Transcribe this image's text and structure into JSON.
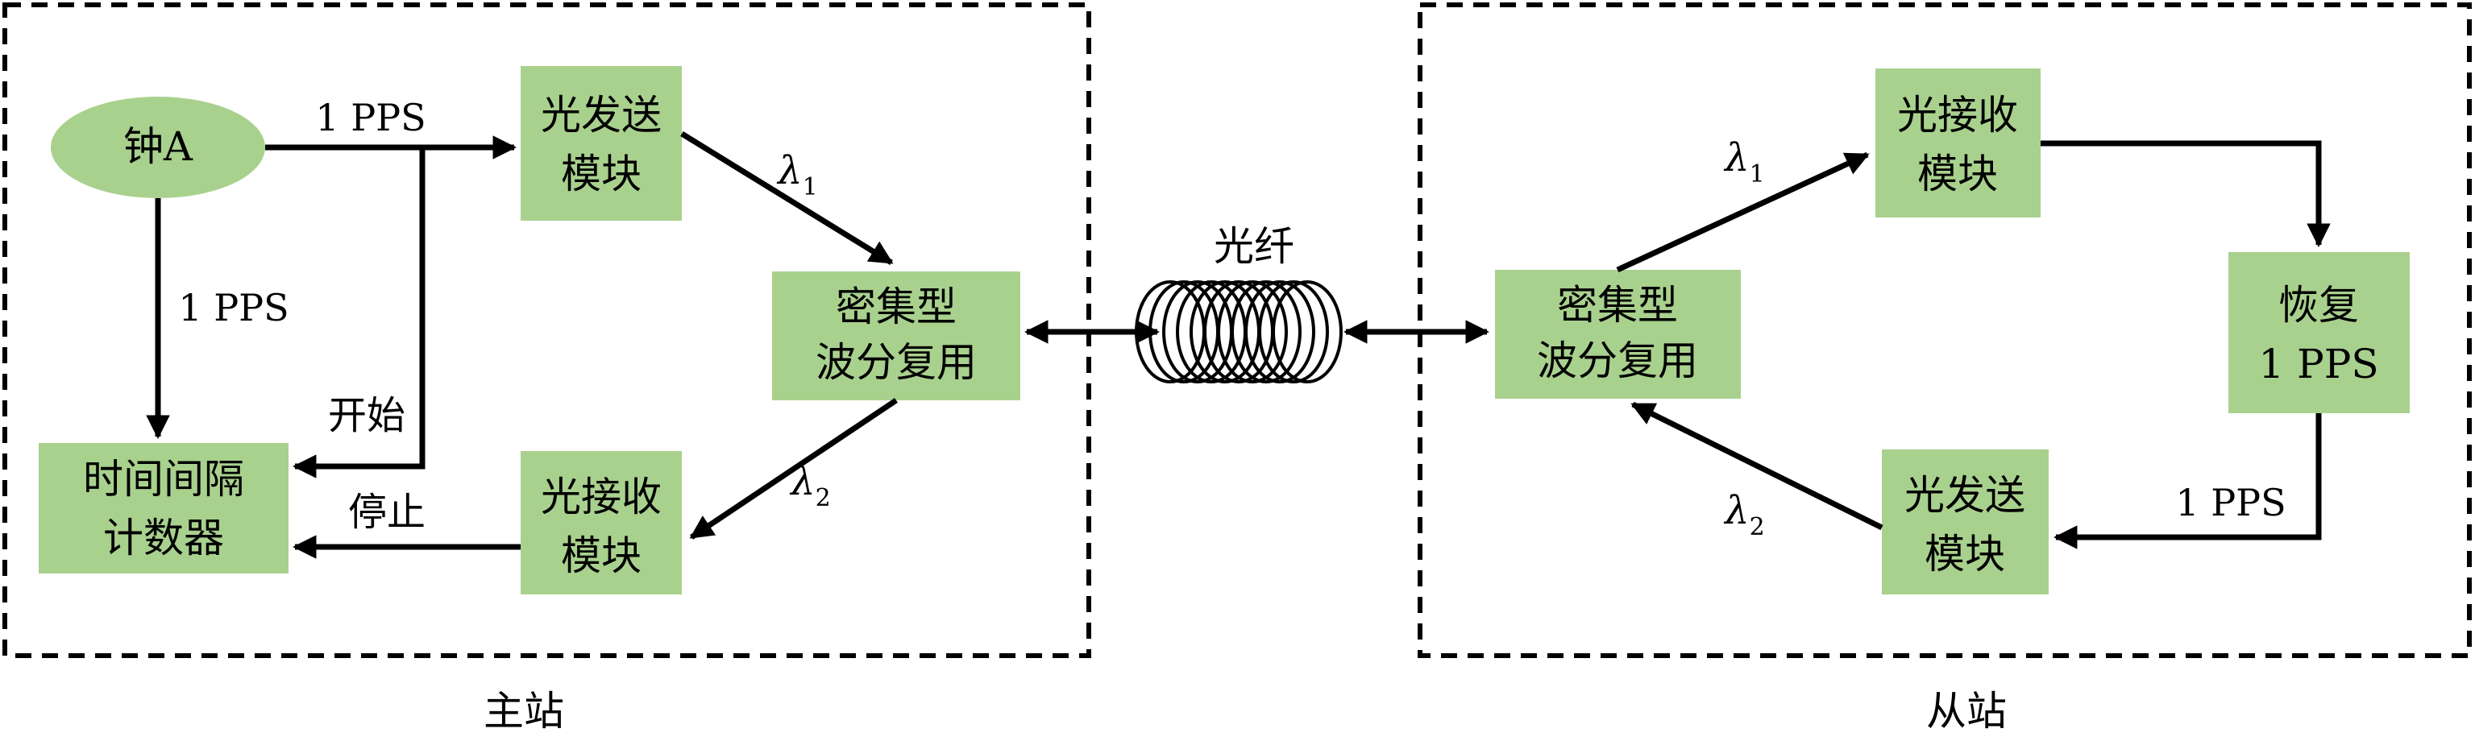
{
  "master": {
    "label": "主站",
    "clock": "钟A",
    "tx": [
      "光发送",
      "模块"
    ],
    "rx": [
      "光接收",
      "模块"
    ],
    "dwdm": [
      "密集型",
      "波分复用"
    ],
    "counter": [
      "时间间隔",
      "计数器"
    ],
    "pps_top": "1 PPS",
    "pps_left": "1 PPS",
    "start": "开始",
    "stop": "停止",
    "lambda1": "λ",
    "lambda1_sub": "1",
    "lambda2": "λ",
    "lambda2_sub": "2"
  },
  "fiber": {
    "label": "光纤"
  },
  "slave": {
    "label": "从站",
    "dwdm": [
      "密集型",
      "波分复用"
    ],
    "rx": [
      "光接收",
      "模块"
    ],
    "recover": [
      "恢复",
      "1 PPS"
    ],
    "tx": [
      "光发送",
      "模块"
    ],
    "pps": "1 PPS",
    "lambda1": "λ",
    "lambda1_sub": "1",
    "lambda2": "λ",
    "lambda2_sub": "2"
  },
  "colors": {
    "box_fill": "#a9d18e",
    "line": "#000000"
  }
}
